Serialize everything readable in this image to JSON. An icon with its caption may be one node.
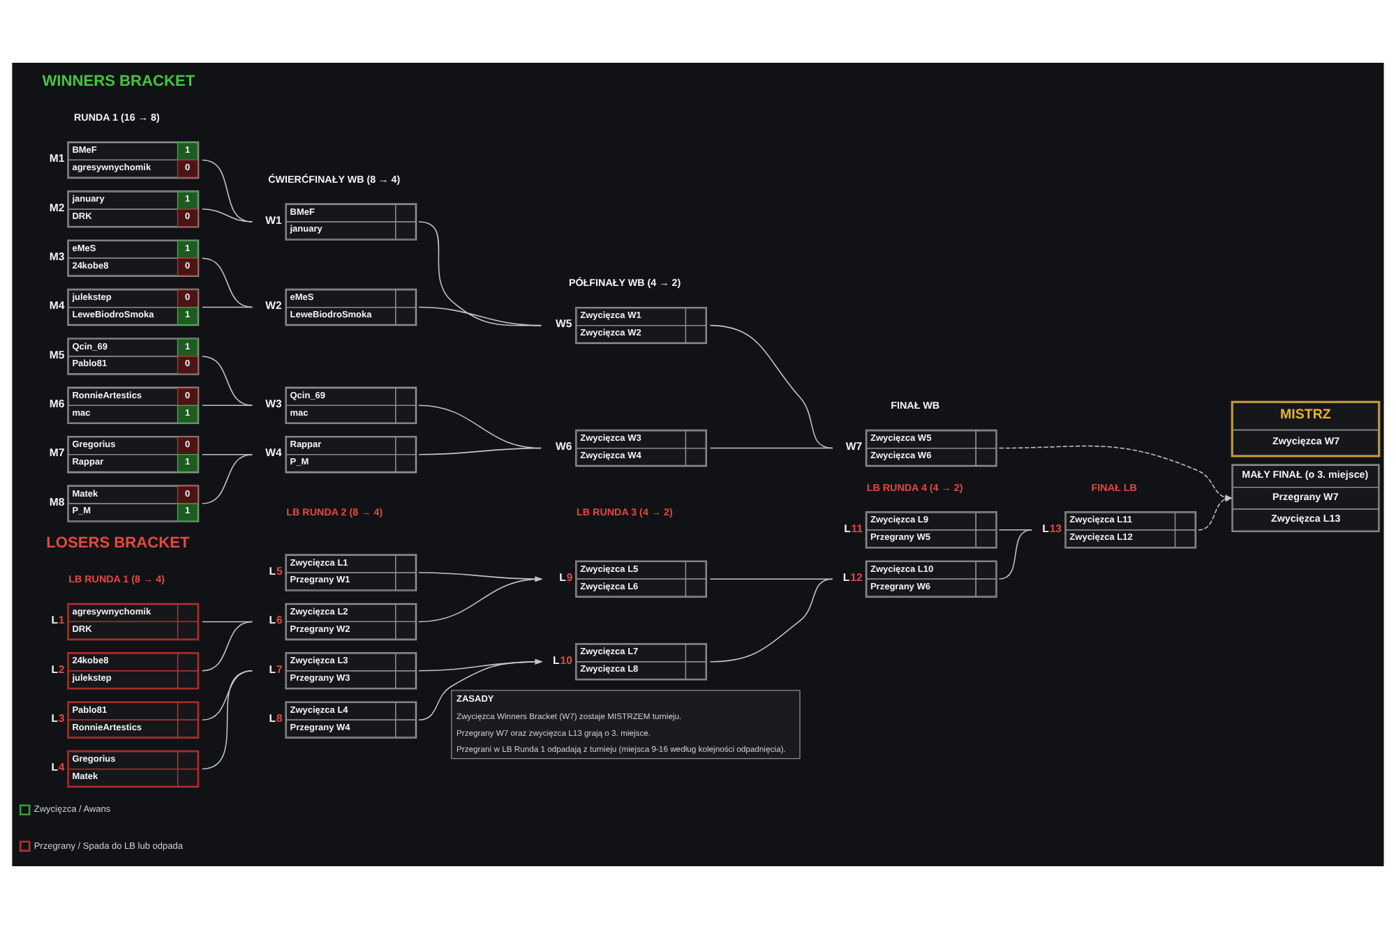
{
  "diagram": {
    "nodes": [
      {
        "text": [
          "BMeF",
          "1",
          "agresywnychomik",
          "0"
        ],
        "beside": [
          "M1"
        ]
      },
      {
        "text": [
          "january",
          "1",
          "DRK",
          "0"
        ],
        "beside": [
          "M2"
        ]
      },
      {
        "text": [
          "eMeS",
          "1",
          "24kobe8",
          "0"
        ],
        "beside": [
          "M3"
        ]
      },
      {
        "text": [
          "julekstep",
          "0",
          "LeweBiodroSmoka",
          "1"
        ],
        "beside": [
          "M4"
        ]
      },
      {
        "text": [
          "Qcin_69",
          "1",
          "Pablo81",
          "0"
        ],
        "beside": [
          "M5"
        ]
      },
      {
        "text": [
          "RonnieArtestics",
          "0",
          "mac",
          "1"
        ],
        "beside": [
          "M6"
        ]
      },
      {
        "text": [
          "Gregorius",
          "0",
          "Rappar",
          "1"
        ],
        "beside": [
          "M7"
        ]
      },
      {
        "text": [
          "Matek",
          "0",
          "P_M",
          "1"
        ],
        "beside": [
          "M8"
        ]
      },
      {
        "text": [
          "BMeF",
          "january"
        ],
        "beside": [
          "W1"
        ]
      },
      {
        "text": [
          "eMeS",
          "LeweBiodroSmoka"
        ],
        "beside": [
          "W2"
        ]
      },
      {
        "text": [
          "Qcin_69",
          "mac"
        ],
        "beside": [
          "W3"
        ]
      },
      {
        "text": [
          "Rappar",
          "P_M"
        ],
        "beside": [
          "W4"
        ]
      },
      {
        "text": [
          "Zwycięzca W1",
          "Zwycięzca W2"
        ],
        "beside": [
          "W5"
        ]
      },
      {
        "text": [
          "Zwycięzca W3",
          "Zwycięzca W4"
        ],
        "beside": [
          "W6"
        ]
      },
      {
        "text": [
          "Zwycięzca W5",
          "Zwycięzca W6"
        ],
        "beside": [
          "W7"
        ]
      },
      {
        "text": [
          "MISTRZ",
          "Zwycięzca W7"
        ]
      },
      {
        "text": [
          "MAŁY FINAŁ (o 3. miejsce)",
          "Przegrany W7",
          "Zwycięzca L13"
        ]
      },
      {
        "text": [
          "agresywnychomik",
          "DRK"
        ],
        "beside": [
          "L1"
        ]
      },
      {
        "text": [
          "24kobe8",
          "julekstep"
        ],
        "beside": [
          "L2"
        ]
      },
      {
        "text": [
          "Pablo81",
          "RonnieArtestics"
        ],
        "beside": [
          "L3"
        ]
      },
      {
        "text": [
          "Gregorius",
          "Matek"
        ],
        "beside": [
          "L4"
        ]
      },
      {
        "text": [
          "Zwycięzca L1",
          "Przegrany W1"
        ],
        "beside": [
          "L5"
        ]
      },
      {
        "text": [
          "Zwycięzca L2",
          "Przegrany W2"
        ],
        "beside": [
          "L6"
        ]
      },
      {
        "text": [
          "Zwycięzca L3",
          "Przegrany W3"
        ],
        "beside": [
          "L7"
        ]
      },
      {
        "text": [
          "Zwycięzca L4",
          "Przegrany W4"
        ],
        "beside": [
          "L8"
        ]
      },
      {
        "text": [
          "Zwycięzca L5",
          "Zwycięzca L6"
        ],
        "beside": [
          "L9"
        ]
      },
      {
        "text": [
          "Zwycięzca L7",
          "Zwycięzca L8"
        ],
        "beside": [
          "L10"
        ]
      },
      {
        "text": [
          "Zwycięzca L9",
          "Przegrany W5"
        ],
        "beside": [
          "L11"
        ]
      },
      {
        "text": [
          "Zwycięzca L10",
          "Przegrany W6"
        ],
        "beside": [
          "L12"
        ]
      },
      {
        "text": [
          "Zwycięzca L11",
          "Zwycięzca L12"
        ],
        "beside": [
          "L13"
        ]
      },
      {
        "text": [
          "ZASADY",
          "Zwycięzca Winners Bracket (W7) zostaje MISTRZEM turnieju.",
          "Przegrany W7 oraz zwycięzca L13 grają o 3. miejsce.",
          "Przegrani w LB Runda 1 odpadają z turnieju (miejsca 9-16 według kolejności odpadnięcia)."
        ]
      }
    ],
    "edges": [
      {
        "from": 0,
        "to": 8,
        "arrow": "none"
      },
      {
        "from": 1,
        "to": 8,
        "arrow": "none"
      },
      {
        "from": 2,
        "to": 9,
        "arrow": "none"
      },
      {
        "from": 3,
        "to": 9,
        "arrow": "none"
      },
      {
        "from": 4,
        "to": 10,
        "arrow": "none"
      },
      {
        "from": 5,
        "to": 10,
        "arrow": "none"
      },
      {
        "from": 6,
        "to": 11,
        "arrow": "none"
      },
      {
        "from": 7,
        "to": 11,
        "arrow": "none"
      },
      {
        "from": 8,
        "to": 12,
        "arrow": "none"
      },
      {
        "from": 9,
        "to": 12,
        "arrow": "none"
      },
      {
        "from": 10,
        "to": 13,
        "arrow": "none"
      },
      {
        "from": 11,
        "to": 13,
        "arrow": "none"
      },
      {
        "from": 12,
        "to": 14,
        "arrow": "none"
      },
      {
        "from": 13,
        "to": 14,
        "arrow": "none"
      },
      {
        "from": 14,
        "to": 16,
        "arrow": "to",
        "style": "dashed"
      },
      {
        "from": 17,
        "to": 22,
        "arrow": "none"
      },
      {
        "from": 18,
        "to": 22,
        "arrow": "none"
      },
      {
        "from": 19,
        "to": 23,
        "arrow": "none"
      },
      {
        "from": 20,
        "to": 23,
        "arrow": "none"
      },
      {
        "from": 21,
        "to": 25,
        "arrow": "to"
      },
      {
        "from": 22,
        "to": 25,
        "arrow": "to"
      },
      {
        "from": 23,
        "to": 26,
        "arrow": "to"
      },
      {
        "from": 24,
        "to": 26,
        "arrow": "to"
      },
      {
        "from": 25,
        "to": 28,
        "arrow": "none"
      },
      {
        "from": 26,
        "to": 28,
        "arrow": "none"
      },
      {
        "from": 27,
        "to": 29,
        "arrow": "none"
      },
      {
        "from": 28,
        "to": 29,
        "arrow": "none"
      },
      {
        "from": 29,
        "to": 16,
        "arrow": "to",
        "style": "dashed"
      }
    ],
    "labels": [
      "WINNERS BRACKET",
      "RUNDA 1 (16 → 8)",
      "ĆWIERĆFINAŁY WB (8 → 4)",
      "PÓŁFINAŁY WB (4 → 2)",
      "FINAŁ WB",
      "LOSERS BRACKET",
      "LB RUNDA 1 (8 → 4)",
      "LB RUNDA 2 (8 → 4)",
      "LB RUNDA 3 (4 → 2)",
      "LB RUNDA 4 (4 → 2)",
      "FINAŁ LB"
    ],
    "legend": [
      {
        "text": "Zwycięzca / Awans",
        "color": "#3a9d3a"
      },
      {
        "text": "Przegrany / Spada do LB lub odpada",
        "color": "#b3322e"
      }
    ]
  }
}
